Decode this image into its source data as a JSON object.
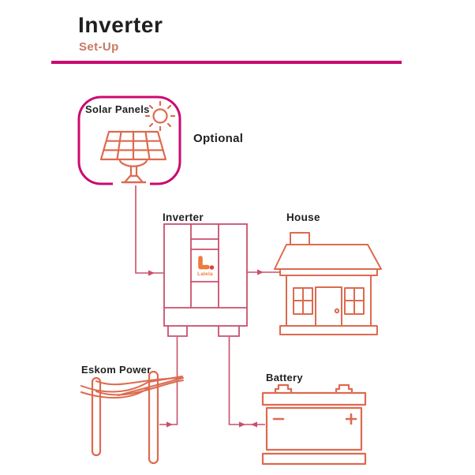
{
  "header": {
    "title": "Inverter",
    "subtitle": "Set-Up"
  },
  "diagram": {
    "solar_panels": {
      "label": "Solar Panels",
      "note": "Optional"
    },
    "inverter": {
      "label": "Inverter",
      "logo_text": "Lalela",
      "logo_mark": "L."
    },
    "house": {
      "label": "House"
    },
    "eskom_power": {
      "label": "Eskom Power"
    },
    "battery": {
      "label": "Battery"
    },
    "connections": [
      {
        "from": "solar_panels",
        "to": "inverter",
        "direction": "one-way"
      },
      {
        "from": "eskom_power",
        "to": "inverter",
        "direction": "one-way"
      },
      {
        "from": "inverter",
        "to": "house",
        "direction": "one-way"
      },
      {
        "from": "inverter",
        "to": "battery",
        "direction": "two-way"
      }
    ],
    "icons": [
      "sun-icon",
      "solar-panel-icon",
      "inverter-icon",
      "house-icon",
      "power-lines-icon",
      "battery-icon"
    ]
  },
  "colors": {
    "magenta": "#cb0a70",
    "coral": "#dd6a4f",
    "line": "#c9506b",
    "subtitle": "#c97862",
    "text": "#1f1f1f",
    "logo-orange": "#ee7a3c",
    "logo-red": "#e2403a",
    "bg": "#ffffff"
  }
}
